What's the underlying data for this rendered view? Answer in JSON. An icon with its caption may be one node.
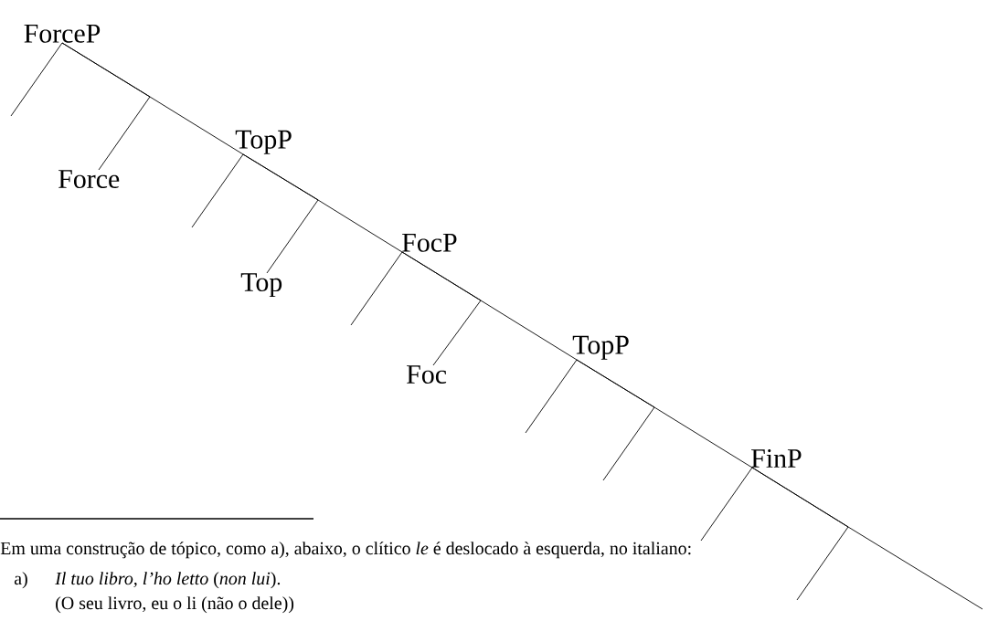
{
  "diagram": {
    "nodes": [
      {
        "text": [
          "ForceP"
        ]
      },
      {
        "text": [
          "TopP"
        ]
      },
      {
        "text": [
          "Force"
        ]
      },
      {
        "text": [
          "FocP"
        ]
      },
      {
        "text": [
          "Top"
        ]
      },
      {
        "text": [
          "TopP"
        ]
      },
      {
        "text": [
          "Foc"
        ]
      },
      {
        "text": [
          "FinP"
        ]
      }
    ],
    "edges": [
      {
        "from": 0,
        "to": null,
        "arrow": "none"
      },
      {
        "from": 0,
        "to": 2,
        "arrow": "none"
      },
      {
        "from": 0,
        "to": 1,
        "arrow": "none"
      },
      {
        "from": 1,
        "to": null,
        "arrow": "none"
      },
      {
        "from": 1,
        "to": 4,
        "arrow": "none"
      },
      {
        "from": 1,
        "to": 3,
        "arrow": "none"
      },
      {
        "from": 3,
        "to": null,
        "arrow": "none"
      },
      {
        "from": 3,
        "to": 6,
        "arrow": "none"
      },
      {
        "from": 3,
        "to": 5,
        "arrow": "none"
      },
      {
        "from": 5,
        "to": null,
        "arrow": "none"
      },
      {
        "from": 5,
        "to": null,
        "arrow": "none"
      },
      {
        "from": 5,
        "to": 7,
        "arrow": "none"
      },
      {
        "from": 7,
        "to": null,
        "arrow": "none"
      },
      {
        "from": 7,
        "to": null,
        "arrow": "none"
      },
      {
        "from": 7,
        "to": null,
        "arrow": "none"
      }
    ],
    "labels": [
      "Em uma construção de tópico, como a), abaixo, o clítico *le* é deslocado à esquerda, no italiano:",
      "a)",
      "*Il tuo libro, l’ho letto* (*non lui*).",
      "(O seu livro, eu o li (não o dele))"
    ]
  }
}
